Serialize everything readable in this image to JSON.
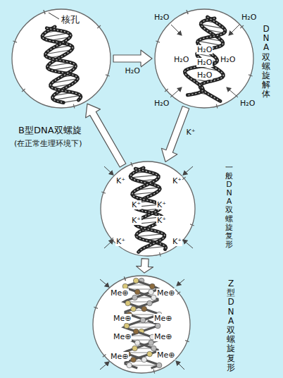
{
  "diagram": {
    "nodes": [
      {
        "text": [
          "B型DNA双螺旋",
          "(在正常生理环境下)"
        ]
      },
      {
        "text": [
          "DNA双螺旋解体"
        ]
      },
      {
        "text": [
          "一般DNA双螺旋复形"
        ]
      },
      {
        "text": [
          "Z型DNA双螺旋复形"
        ]
      }
    ],
    "edges": [
      {
        "from": 0,
        "to": 1,
        "arrow": "to",
        "label": "H₂O"
      },
      {
        "from": 1,
        "to": 2,
        "arrow": "to",
        "label": "K⁺"
      },
      {
        "from": 2,
        "to": 0,
        "arrow": "to"
      },
      {
        "from": 2,
        "to": 3,
        "arrow": "to"
      }
    ],
    "labels": [
      "核孔",
      "H₂O",
      "H₂O",
      "H₂O",
      "H₂O",
      "H₂O",
      "H₂O",
      "H₂O",
      "H₂O",
      "H₂O",
      "K⁺",
      "K⁺",
      "K⁺",
      "K⁺",
      "K⁺",
      "K⁺",
      "K⁺",
      "K⁺",
      "Me⊕",
      "Me⊕",
      "Me⊕",
      "Me⊕",
      "Me⊕",
      "Me⊕",
      "Me⊕",
      "Me⊕"
    ]
  }
}
